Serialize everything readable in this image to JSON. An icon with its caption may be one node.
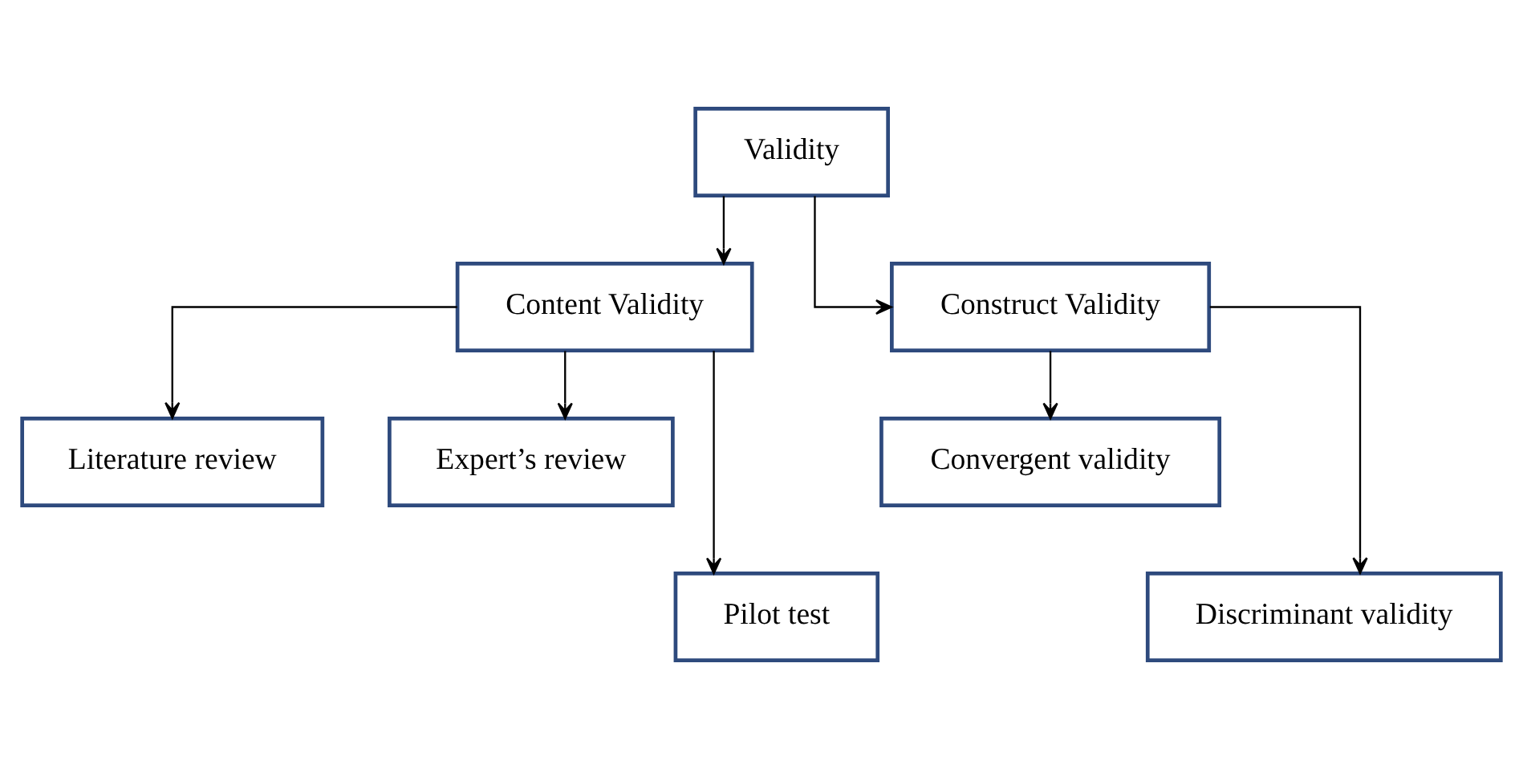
{
  "diagram": {
    "nodes": [
      {
        "text": [
          "Validity"
        ]
      },
      {
        "text": [
          "Content Validity"
        ]
      },
      {
        "text": [
          "Construct Validity"
        ]
      },
      {
        "text": [
          "Literature review"
        ]
      },
      {
        "text": [
          "Expert’s review"
        ]
      },
      {
        "text": [
          "Pilot test"
        ]
      },
      {
        "text": [
          "Convergent validity"
        ]
      },
      {
        "text": [
          "Discriminant validity"
        ]
      }
    ],
    "edges": [
      {
        "from": 0,
        "to": 1,
        "arrow": "to"
      },
      {
        "from": 0,
        "to": 2,
        "arrow": "to"
      },
      {
        "from": 1,
        "to": 3,
        "arrow": "to"
      },
      {
        "from": 1,
        "to": 4,
        "arrow": "to"
      },
      {
        "from": 1,
        "to": 5,
        "arrow": "to"
      },
      {
        "from": 2,
        "to": 6,
        "arrow": "to"
      },
      {
        "from": 2,
        "to": 7,
        "arrow": "to"
      }
    ]
  }
}
